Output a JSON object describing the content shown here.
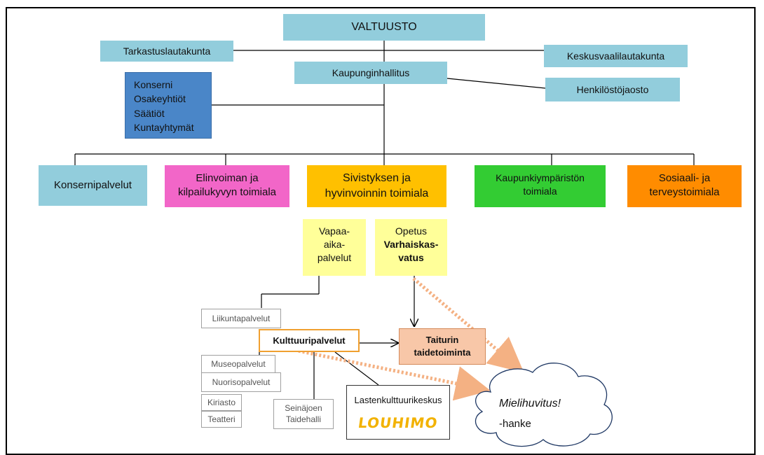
{
  "top": {
    "valtuusto": "VALTUUSTO"
  },
  "boards": {
    "tarkastus": "Tarkastuslautakunta",
    "keskusvaali": "Keskusvaalilautakunta",
    "hallitus": "Kaupunginhallitus",
    "henkilosto": "Henkilöstöjaosto"
  },
  "konserni": {
    "lines": [
      "Konserni",
      "Osakeyhtiöt",
      "Säätiöt",
      "Kuntayhtymät"
    ]
  },
  "divisions": {
    "konsernipalvelut": "Konsernipalvelut",
    "elinvoima": [
      "Elinvoiman ja",
      "kilpailukyvyn toimiala"
    ],
    "sivistys": [
      "Sivistyksen ja",
      "hyvinvoinnin toimiala"
    ],
    "kaupunkiymparisto": [
      "Kaupunkiympäristön",
      "toimiala"
    ],
    "sosiaali": [
      "Sosiaali- ja",
      "terveystoimiala"
    ]
  },
  "sub": {
    "vapaa": [
      "Vapaa-",
      "aika-",
      "palvelut"
    ],
    "opetus": "Opetus",
    "varhais": [
      "Varhaiskas-",
      "vatus"
    ]
  },
  "services": {
    "liikunta": "Liikuntapalvelut",
    "kulttuuri": "Kulttuuripalvelut",
    "museo": "Museopalvelut",
    "nuoriso": "Nuorisopalvelut",
    "kirjasto": "Kiriasto",
    "teatteri": "Teatteri",
    "taidehalli": [
      "Seinäjoen",
      "Taidehalli"
    ],
    "taiturin": [
      "Taiturin",
      "taidetoiminta"
    ],
    "lasten": "Lastenkulttuurikeskus",
    "louhimo_logo": "LOUHIMO"
  },
  "cloud": {
    "title": "Mielihuvitus!",
    "sub": "-hanke"
  },
  "colors": {
    "light_blue": "#92cddc",
    "dark_blue": "#4a86c8",
    "pink": "#f266c8",
    "yellow": "#ffc000",
    "green": "#33cc33",
    "orange": "#ff8c00",
    "pale_yellow": "#ffff99",
    "dotted_arrow": "#f4b183"
  }
}
